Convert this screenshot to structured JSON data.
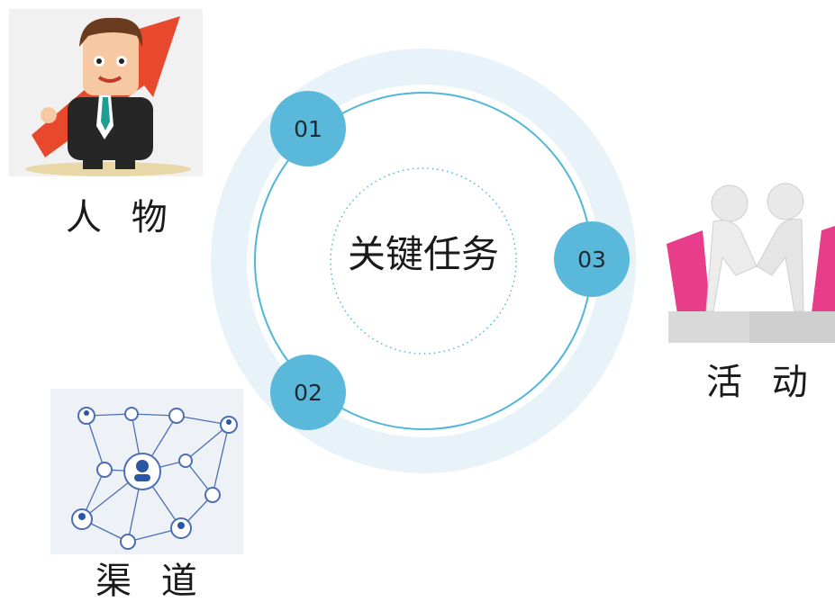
{
  "center": {
    "title": "关键任务"
  },
  "steps": [
    {
      "number": "01"
    },
    {
      "number": "02"
    },
    {
      "number": "03"
    }
  ],
  "items": [
    {
      "label": "人 物",
      "icon": "businessman-arrow-icon"
    },
    {
      "label": "活 动",
      "icon": "handshake-laptops-icon"
    },
    {
      "label": "渠 道",
      "icon": "network-people-icon"
    }
  ],
  "colors": {
    "ring_light": "#e7f3f9",
    "ring_line": "#4fb6d8",
    "step_circle": "#5ab8da"
  }
}
